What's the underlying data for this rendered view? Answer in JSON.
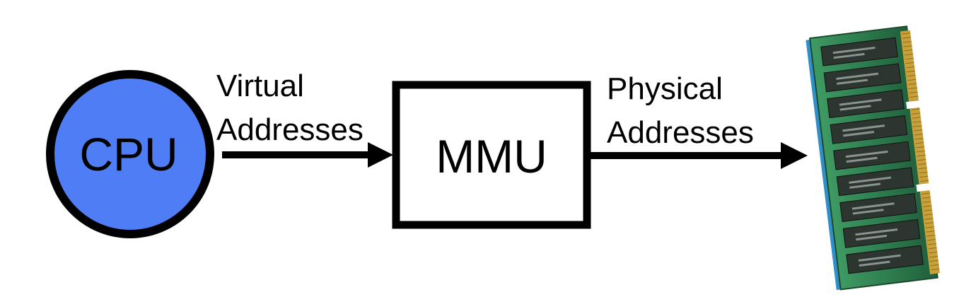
{
  "colors": {
    "cpu_fill": "#4f7df5",
    "stroke": "#000000",
    "ram_board": "#2e7d4f",
    "ram_chip": "#2c3530",
    "ram_contacts": "#c9a13a",
    "ram_edge": "#2f8fc9"
  },
  "nodes": {
    "cpu": {
      "label": "CPU"
    },
    "mmu": {
      "label": "MMU"
    },
    "memory": {
      "icon": "ram-module-icon"
    }
  },
  "edges": {
    "virtual": {
      "line1": "Virtual",
      "line2": "Addresses"
    },
    "physical": {
      "line1": "Physical",
      "line2": "Addresses"
    }
  }
}
